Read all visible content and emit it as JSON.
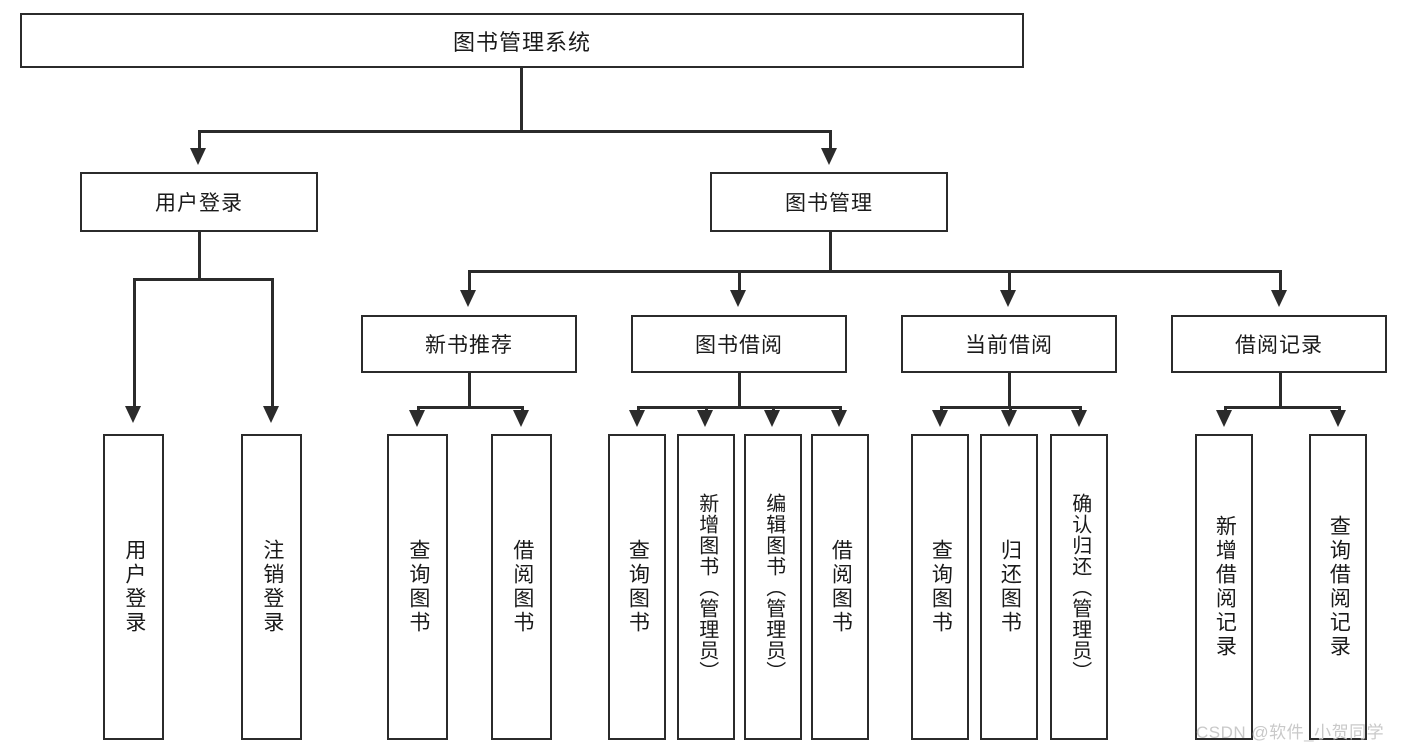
{
  "diagram": {
    "title": "图书管理系统",
    "type": "tree-hierarchy",
    "watermark": "CSDN @软件_小贺同学",
    "colors": {
      "stroke": "#2b2b2b",
      "fill": "#ffffff",
      "text": "#1a1a1a",
      "watermark": "#c9c9c9"
    }
  },
  "nodes": {
    "root": {
      "label": "图书管理系统"
    },
    "level2": [
      {
        "id": "user-login",
        "label": "用户登录"
      },
      {
        "id": "book-manage",
        "label": "图书管理"
      }
    ],
    "level3": [
      {
        "id": "new-book-recommend",
        "label": "新书推荐"
      },
      {
        "id": "book-borrow",
        "label": "图书借阅"
      },
      {
        "id": "current-borrow",
        "label": "当前借阅"
      },
      {
        "id": "borrow-record",
        "label": "借阅记录"
      }
    ],
    "leaves": {
      "user-login": [
        {
          "id": "leaf-user-login",
          "label": "用户登录"
        },
        {
          "id": "leaf-logout-login",
          "label": "注销登录"
        }
      ],
      "new-book-recommend": [
        {
          "id": "leaf-query-book-1",
          "label": "查询图书"
        },
        {
          "id": "leaf-borrow-book-1",
          "label": "借阅图书"
        }
      ],
      "book-borrow": [
        {
          "id": "leaf-query-book-2",
          "label": "查询图书"
        },
        {
          "id": "leaf-add-book",
          "label": "新增图书（管理员）"
        },
        {
          "id": "leaf-edit-book",
          "label": "编辑图书（管理员）"
        },
        {
          "id": "leaf-borrow-book-2",
          "label": "借阅图书"
        }
      ],
      "current-borrow": [
        {
          "id": "leaf-query-book-3",
          "label": "查询图书"
        },
        {
          "id": "leaf-return-book",
          "label": "归还图书"
        },
        {
          "id": "leaf-confirm-return",
          "label": "确认归还（管理员）"
        }
      ],
      "borrow-record": [
        {
          "id": "leaf-add-record",
          "label": "新增借阅记录"
        },
        {
          "id": "leaf-query-record",
          "label": "查询借阅记录"
        }
      ]
    }
  }
}
